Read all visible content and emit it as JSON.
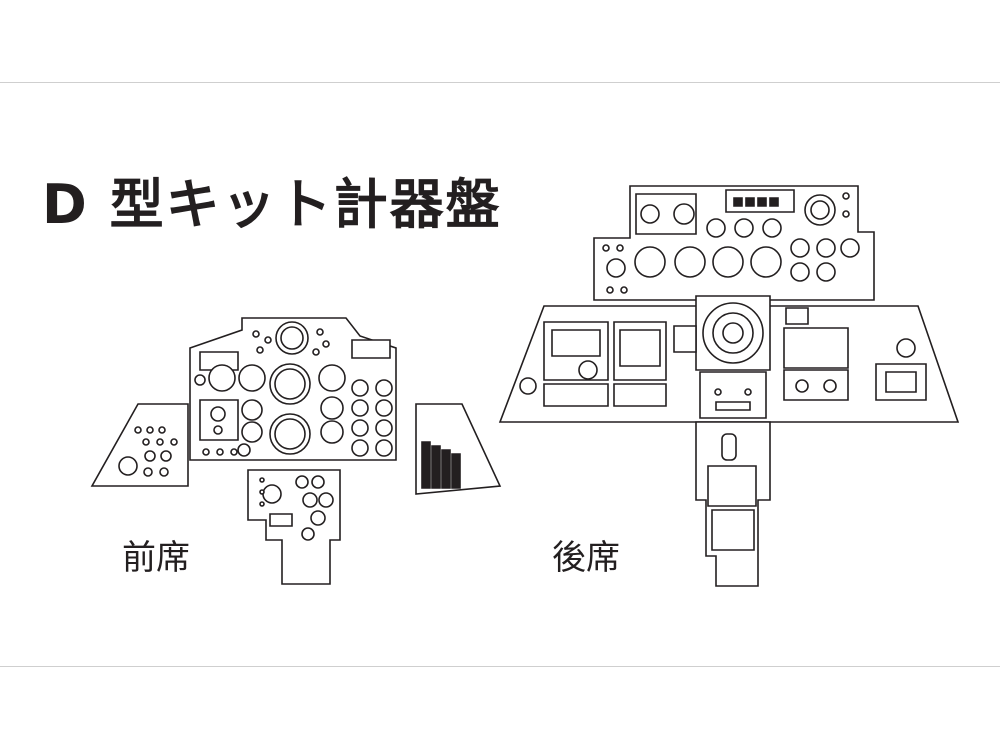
{
  "title": "D 型キット計器盤",
  "labels": {
    "front_seat": "前席",
    "rear_seat": "後席"
  },
  "colors": {
    "line": "#231f20",
    "fill": "#ffffff",
    "frame": "#cfcfcf"
  }
}
